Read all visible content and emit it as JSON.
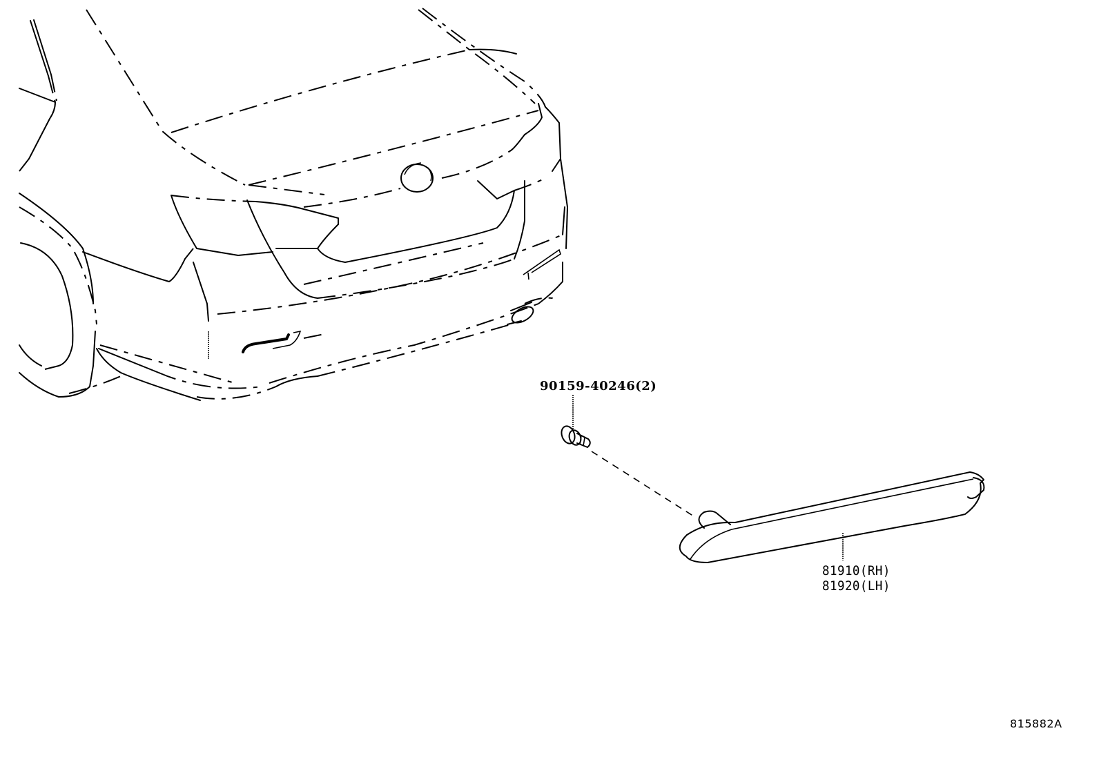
{
  "diagram": {
    "type": "parts-exploded-view",
    "subject": "rear bumper reflector assembly",
    "figure_id": "815882A",
    "callouts": [
      {
        "id": "bolt",
        "part_number": "90159-40246",
        "quantity": "(2)",
        "text": "90159-40246(2)",
        "points_to": "bolt"
      },
      {
        "id": "reflector",
        "lines": [
          {
            "part_number": "81910",
            "side": "(RH)",
            "text": "81910(RH)"
          },
          {
            "part_number": "81920",
            "side": "(LH)",
            "text": "81920(LH)"
          }
        ],
        "points_to": "rear bumper reflector"
      }
    ],
    "components": [
      "vehicle-rear-outline",
      "bolt",
      "rear-reflector",
      "installation-leader-line"
    ],
    "colors": {
      "line": "#000000",
      "background": "#ffffff"
    }
  }
}
